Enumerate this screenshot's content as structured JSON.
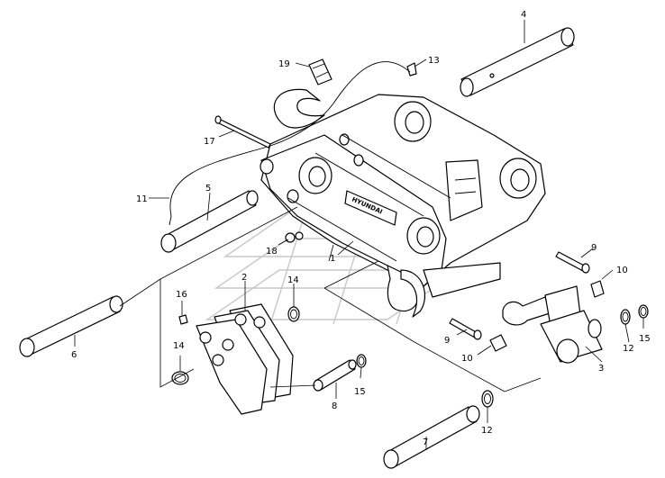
{
  "brand_text": "HYUNDAI",
  "callouts": [
    {
      "id": "c1",
      "text": "1"
    },
    {
      "id": "c2",
      "text": "2"
    },
    {
      "id": "c3",
      "text": "3"
    },
    {
      "id": "c4",
      "text": "4"
    },
    {
      "id": "c5",
      "text": "5"
    },
    {
      "id": "c6",
      "text": "6"
    },
    {
      "id": "c7",
      "text": "7"
    },
    {
      "id": "c8",
      "text": "8"
    },
    {
      "id": "c9a",
      "text": "9"
    },
    {
      "id": "c9b",
      "text": "9"
    },
    {
      "id": "c10a",
      "text": "10"
    },
    {
      "id": "c10b",
      "text": "10"
    },
    {
      "id": "c11",
      "text": "11"
    },
    {
      "id": "c12a",
      "text": "12"
    },
    {
      "id": "c12b",
      "text": "12"
    },
    {
      "id": "c13",
      "text": "13"
    },
    {
      "id": "c14a",
      "text": "14"
    },
    {
      "id": "c14b",
      "text": "14"
    },
    {
      "id": "c15a",
      "text": "15"
    },
    {
      "id": "c15b",
      "text": "15"
    },
    {
      "id": "c16",
      "text": "16"
    },
    {
      "id": "c17",
      "text": "17"
    },
    {
      "id": "c18",
      "text": "18"
    },
    {
      "id": "c19",
      "text": "19"
    }
  ]
}
